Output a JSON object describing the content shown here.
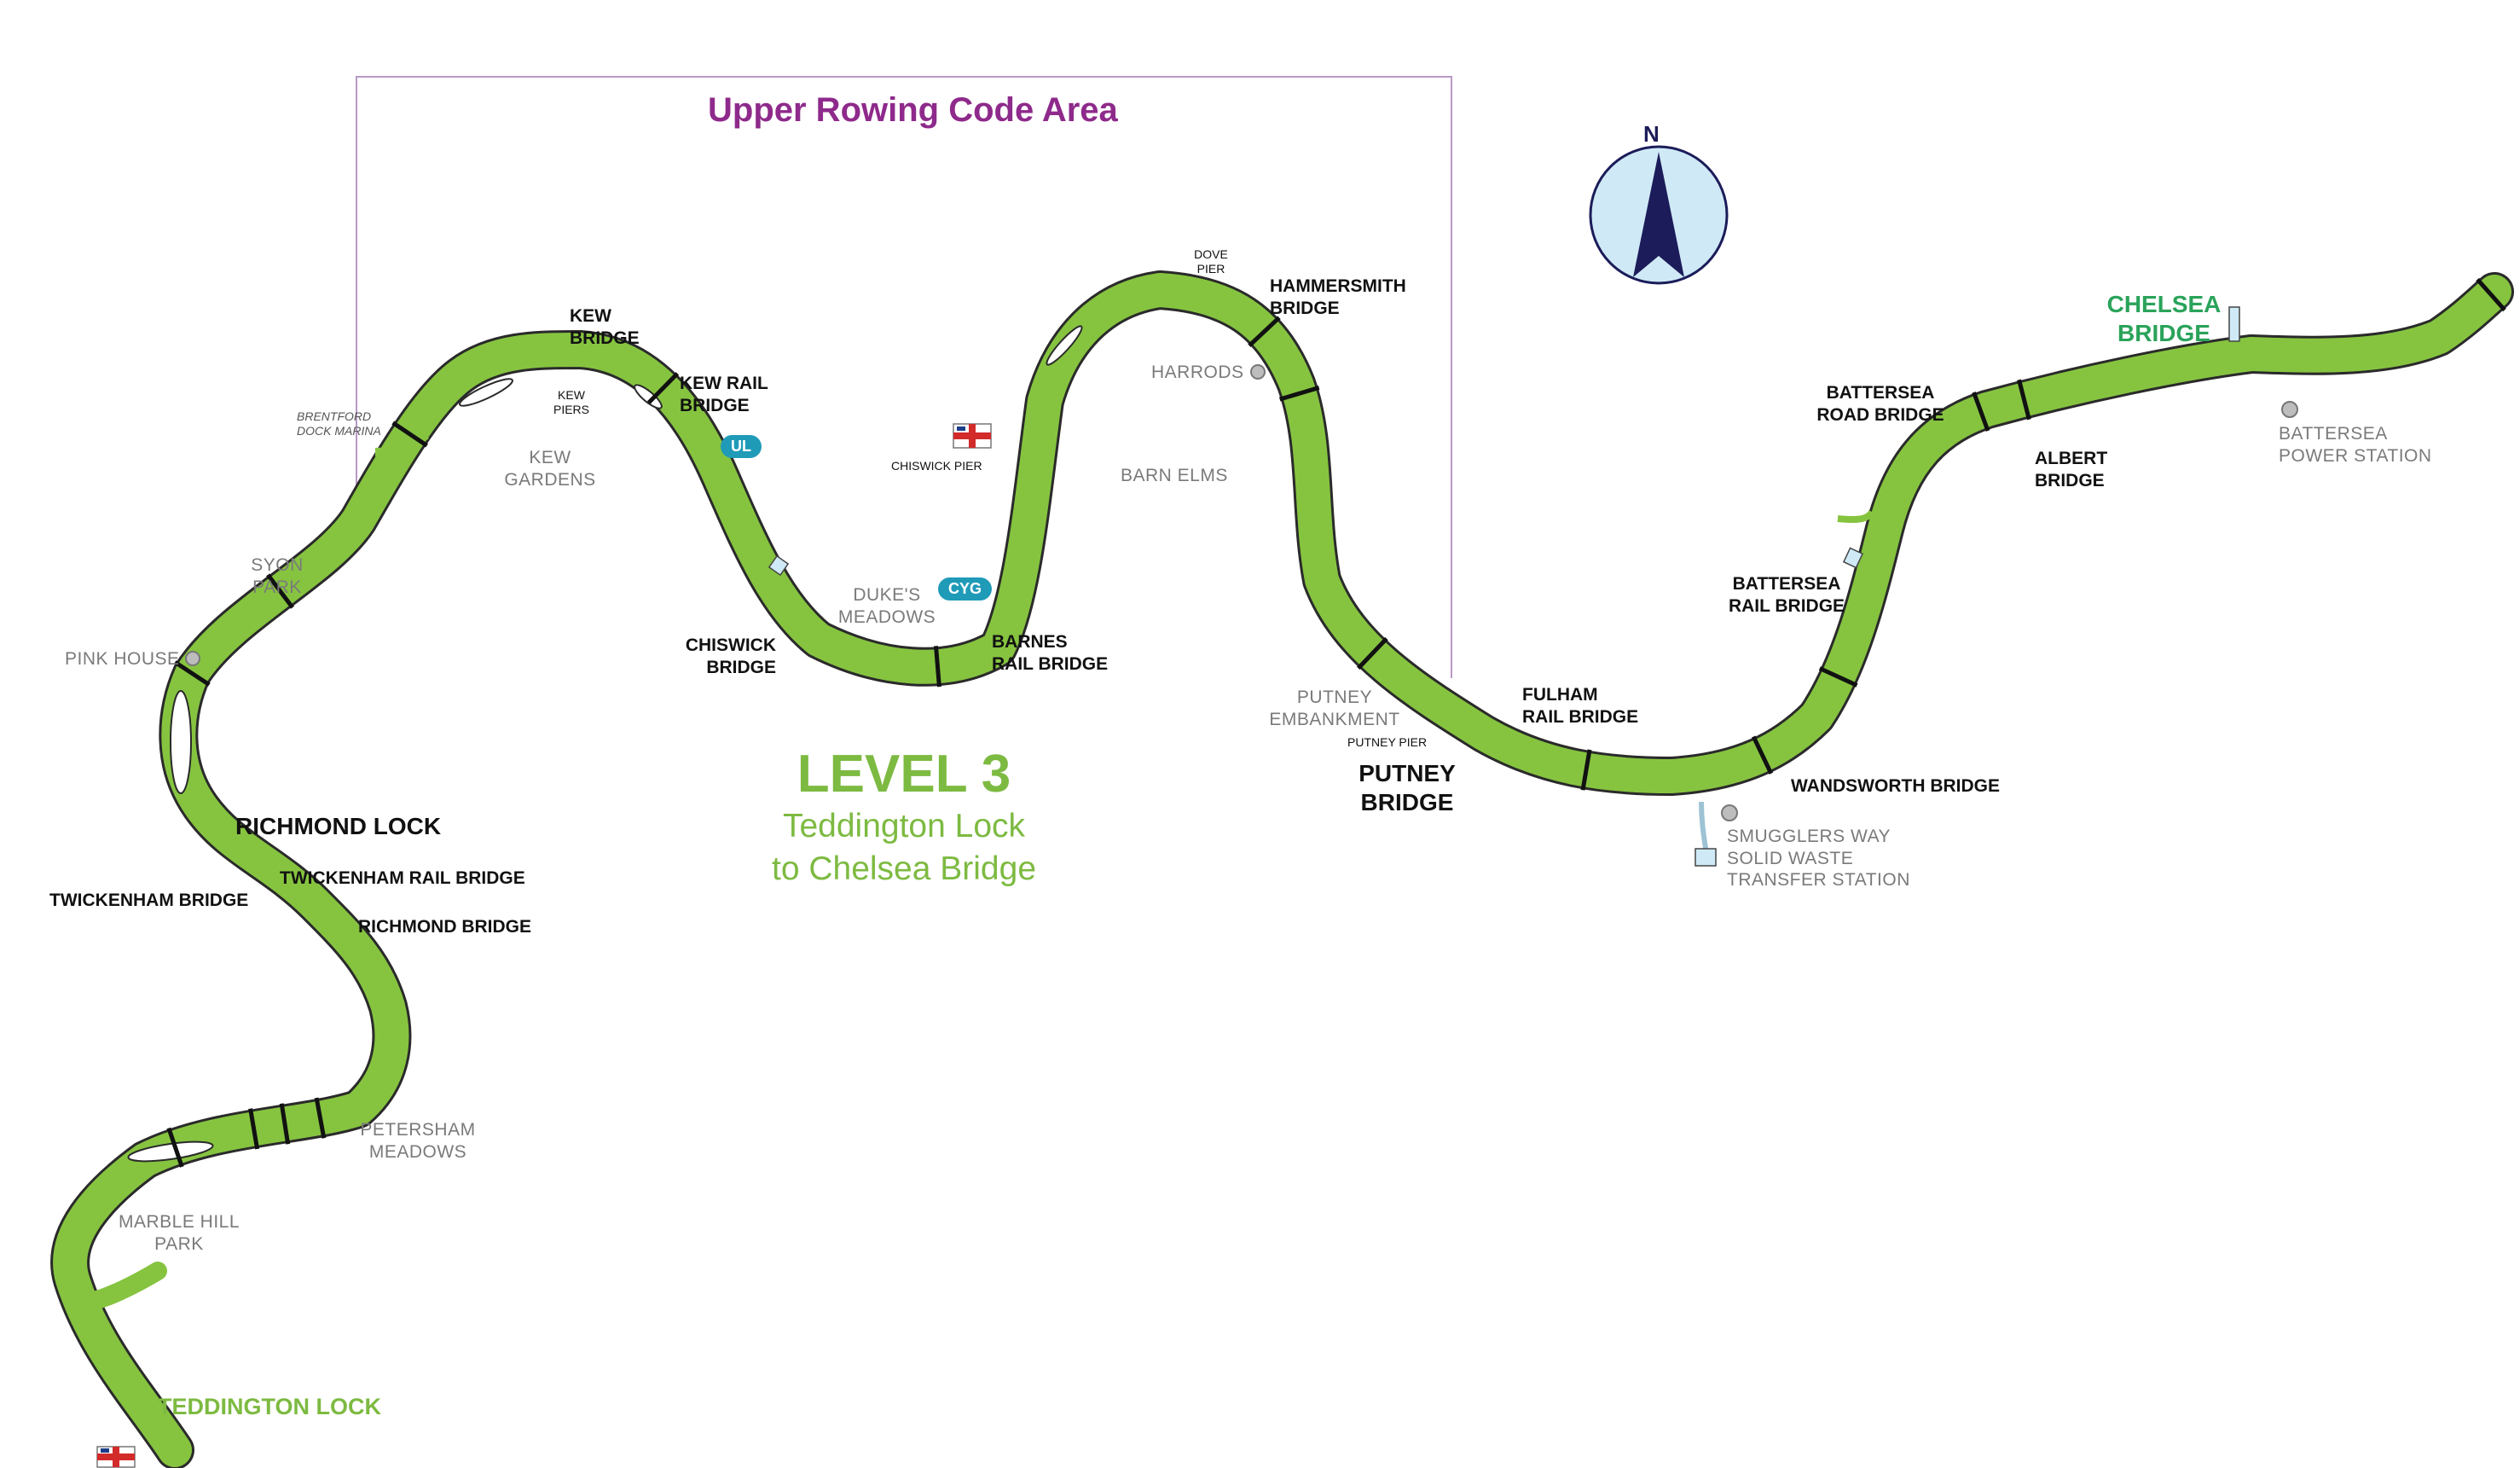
{
  "area_title": "Upper Rowing Code Area",
  "level": {
    "title": "LEVEL 3",
    "subtitle_line1": "Teddington Lock",
    "subtitle_line2": "to Chelsea Bridge"
  },
  "compass": {
    "label": "N"
  },
  "colors": {
    "river": "#86c440",
    "river_outline": "#2a2a2a",
    "area_border": "#b89ac4",
    "area_title": "#8e2a8b",
    "level_text": "#7dba41",
    "chelsea_text": "#2aa35a",
    "badge": "#1f9bb8",
    "compass_fill": "#cfeaf6",
    "compass_needle": "#1c1c5a"
  },
  "bridges": {
    "kew": "KEW\nBRIDGE",
    "kew_rail": "KEW RAIL\nBRIDGE",
    "chiswick": "CHISWICK\nBRIDGE",
    "barnes_rail": "BARNES\nRAIL BRIDGE",
    "hammersmith": "HAMMERSMITH\nBRIDGE",
    "fulham_rail": "FULHAM\nRAIL BRIDGE",
    "wandsworth": "WANDSWORTH BRIDGE",
    "battersea_rail": "BATTERSEA\nRAIL BRIDGE",
    "battersea_road": "BATTERSEA\nROAD BRIDGE",
    "albert": "ALBERT\nBRIDGE",
    "twickenham": "TWICKENHAM BRIDGE",
    "twickenham_rail": "TWICKENHAM RAIL BRIDGE",
    "richmond": "RICHMOND BRIDGE"
  },
  "major_labels": {
    "richmond_lock": "RICHMOND LOCK",
    "putney_bridge": "PUTNEY\nBRIDGE",
    "chelsea_bridge": "CHELSEA\nBRIDGE",
    "teddington_lock": "TEDDINGTON LOCK"
  },
  "places": {
    "kew_gardens": "KEW\nGARDENS",
    "syon_park": "SYON\nPARK",
    "pink_house": "PINK HOUSE",
    "dukes_meadows": "DUKE'S\nMEADOWS",
    "harrods": "HARRODS",
    "barn_elms": "BARN ELMS",
    "putney_embankment": "PUTNEY\nEMBANKMENT",
    "smugglers_way": "SMUGGLERS WAY\nSOLID WASTE\nTRANSFER STATION",
    "battersea_power": "BATTERSEA\nPOWER STATION",
    "petersham_meadows": "PETERSHAM\nMEADOWS",
    "marble_hill_park": "MARBLE HILL\nPARK"
  },
  "small_labels": {
    "kew_piers": "KEW\nPIERS",
    "brentford": "BRENTFORD\nDOCK MARINA",
    "chiswick_pier": "CHISWICK PIER",
    "dove_pier": "DOVE\nPIER",
    "putney_pier": "PUTNEY PIER"
  },
  "badges": {
    "ul": "UL",
    "cyg": "CYG"
  }
}
